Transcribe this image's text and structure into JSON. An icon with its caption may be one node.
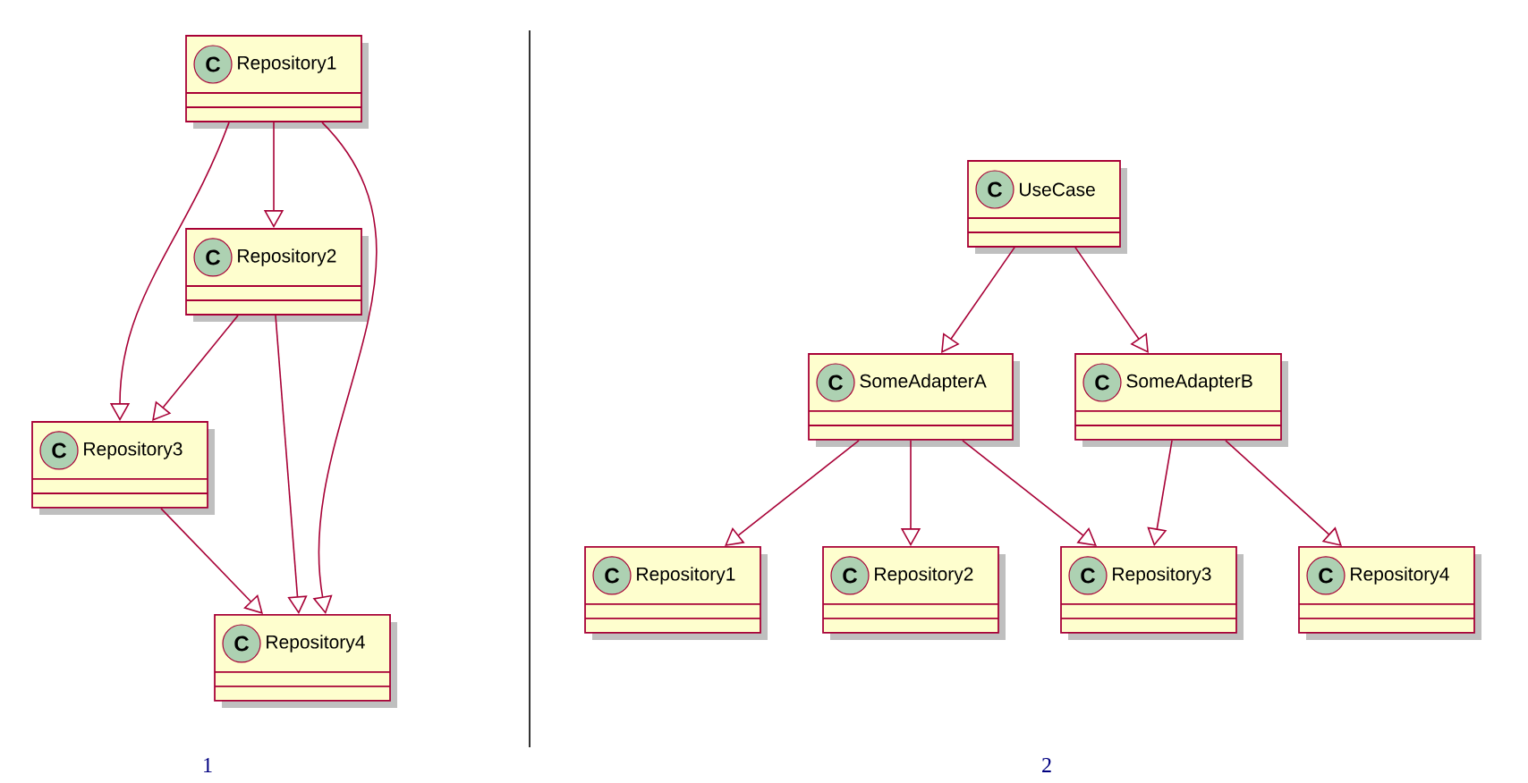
{
  "diagram": {
    "nodes": [
      {
        "text": [
          "C",
          "Repository1"
        ]
      },
      {
        "text": [
          "C",
          "Repository2"
        ]
      },
      {
        "text": [
          "C",
          "Repository3"
        ]
      },
      {
        "text": [
          "C",
          "Repository4"
        ]
      },
      {
        "text": [
          "C",
          "UseCase"
        ]
      },
      {
        "text": [
          "C",
          "SomeAdapterA"
        ]
      },
      {
        "text": [
          "C",
          "SomeAdapterB"
        ]
      },
      {
        "text": [
          "C",
          "Repository1"
        ]
      },
      {
        "text": [
          "C",
          "Repository2"
        ]
      },
      {
        "text": [
          "C",
          "Repository3"
        ]
      },
      {
        "text": [
          "C",
          "Repository4"
        ]
      }
    ],
    "edges": [
      {
        "from": 0,
        "to": 1,
        "arrow": "to"
      },
      {
        "from": 0,
        "to": 2,
        "arrow": "to"
      },
      {
        "from": 0,
        "to": 3,
        "arrow": "to"
      },
      {
        "from": 1,
        "to": 2,
        "arrow": "to"
      },
      {
        "from": 1,
        "to": 3,
        "arrow": "to"
      },
      {
        "from": 2,
        "to": 3,
        "arrow": "to"
      },
      {
        "from": 4,
        "to": 5,
        "arrow": "to"
      },
      {
        "from": 4,
        "to": 6,
        "arrow": "to"
      },
      {
        "from": 5,
        "to": 7,
        "arrow": "to"
      },
      {
        "from": 5,
        "to": 8,
        "arrow": "to"
      },
      {
        "from": 5,
        "to": 9,
        "arrow": "to"
      },
      {
        "from": 6,
        "to": 9,
        "arrow": "to"
      },
      {
        "from": 6,
        "to": 10,
        "arrow": "to"
      }
    ],
    "labels": [
      "1",
      "2"
    ]
  }
}
